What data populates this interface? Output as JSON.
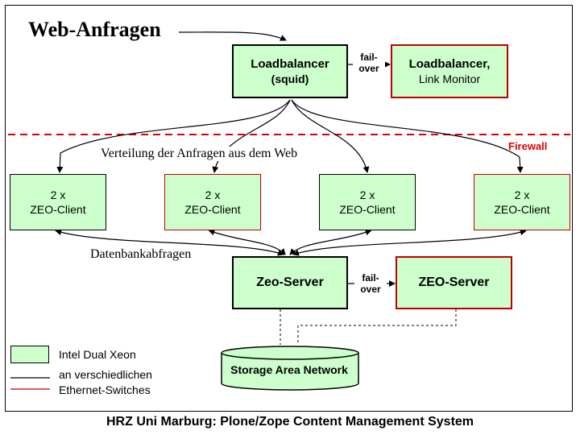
{
  "heading": "Web-Anfragen",
  "loadbalancer_main": {
    "title": "Loadbalancer",
    "subtitle": "(squid)"
  },
  "loadbalancer_backup": {
    "title": "Loadbalancer,",
    "subtitle": "Link Monitor"
  },
  "failover_top": {
    "line1": "fail-",
    "line2": "over"
  },
  "firewall_label": "Firewall",
  "distribution_label": "Verteilung der Anfragen aus dem Web",
  "clients": [
    {
      "line1": "2 x",
      "line2": "ZEO-Client"
    },
    {
      "line1": "2 x",
      "line2": "ZEO-Client"
    },
    {
      "line1": "2 x",
      "line2": "ZEO-Client"
    },
    {
      "line1": "2 x",
      "line2": "ZEO-Client"
    }
  ],
  "db_queries_label": "Datenbankabfragen",
  "zeo_server_main": "Zeo-Server",
  "zeo_server_backup": "ZEO-Server",
  "failover_bottom": {
    "line1": "fail-",
    "line2": "over"
  },
  "storage": "Storage Area Network",
  "legend": {
    "swatch_label": "Intel Dual Xeon",
    "line1_label": "an verschiedlichen",
    "line2_label": "Ethernet-Switches"
  },
  "footer": "HRZ Uni Marburg: Plone/Zope Content Management System",
  "colors": {
    "node_fill": "#ccffcc",
    "firewall": "#e00000",
    "backup_border": "#c00000"
  }
}
